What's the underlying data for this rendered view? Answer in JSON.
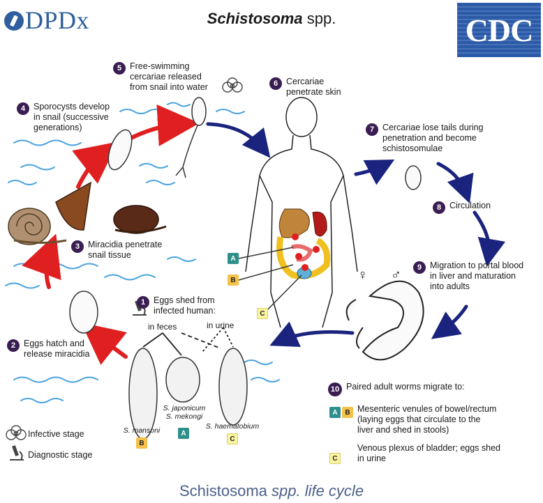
{
  "header": {
    "logo_left": "DPDx",
    "title_italic": "Schistosoma",
    "title_rest": " spp.",
    "logo_right": "CDC"
  },
  "steps": [
    {
      "num": "1",
      "text": "Eggs shed from\ninfected human:"
    },
    {
      "num": "2",
      "text": "Eggs hatch and\nrelease miracidia"
    },
    {
      "num": "3",
      "text": "Miracidia penetrate\nsnail tissue"
    },
    {
      "num": "4",
      "text": "Sporocysts develop\nin snail (successive\ngenerations)"
    },
    {
      "num": "5",
      "text": "Free-swimming\ncercariae released\nfrom snail into water"
    },
    {
      "num": "6",
      "text": "Cercariae\npenetrate skin"
    },
    {
      "num": "7",
      "text": "Cercariae lose tails during\npenetration and become\nschistosomulae"
    },
    {
      "num": "8",
      "text": "Circulation"
    },
    {
      "num": "9",
      "text": "Migration to portal blood\nin liver and maturation\ninto adults"
    },
    {
      "num": "10",
      "text": "Paired adult worms migrate to:"
    }
  ],
  "egg_labels": {
    "in_feces": "in feces",
    "in_urine": "in urine",
    "mansoni": "S. mansoni",
    "japonicum": "S. japonicum",
    "mekongi": "S. mekongi",
    "haematobium": "S. haematobium"
  },
  "badges": {
    "A": "A",
    "B": "B",
    "C": "C"
  },
  "sex_symbols": {
    "female": "♀",
    "male": "♂"
  },
  "step10_details": {
    "ab_text": "Mesenteric venules of bowel/rectum\n(laying eggs that circulate to the\nliver and shed in stools)",
    "c_text": "Venous plexus of bladder; eggs shed\nin urine"
  },
  "legend": {
    "infective": "Infective stage",
    "diagnostic": "Diagnostic stage"
  },
  "caption": {
    "normal": "Schistosoma ",
    "italic": "spp. life cycle"
  },
  "colors": {
    "cycle_red": "#e02020",
    "cycle_blue": "#1a237e",
    "step_circle": "#3a1d52",
    "water": "#4aa3e0",
    "dpdx_blue": "#2f5f9e",
    "cdc_blue": "#2b5aa6"
  }
}
